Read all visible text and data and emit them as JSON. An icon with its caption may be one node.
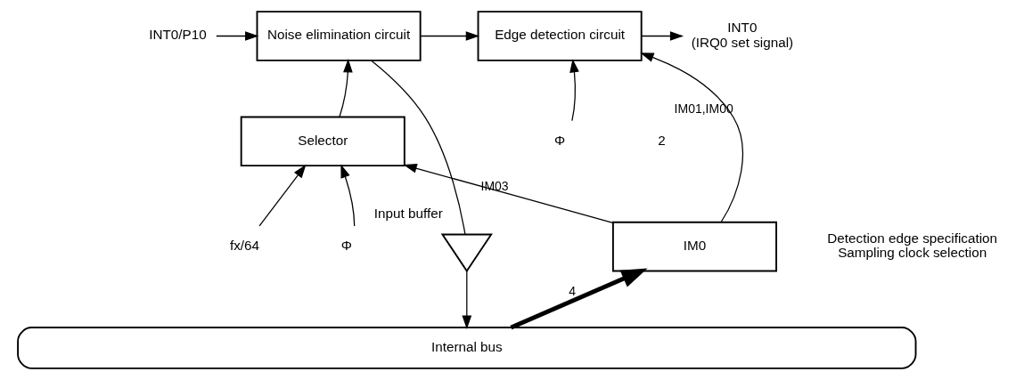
{
  "diagram": {
    "nodes": [
      {
        "text": [
          "INT0/P10"
        ]
      },
      {
        "text": [
          "Noise elimination circuit"
        ]
      },
      {
        "text": [
          "Edge detection circuit"
        ]
      },
      {
        "text": [
          "INT0",
          "(IRQ0 set signal)"
        ]
      },
      {
        "text": [
          "Selector"
        ]
      },
      {
        "text": [
          "Φ"
        ]
      },
      {
        "text": [
          "IM0"
        ],
        "beside": [
          "Detection edge specification",
          "Sampling clock selection"
        ]
      },
      {
        "text": [
          "Φ"
        ]
      },
      {
        "text": [
          "fx/64"
        ]
      },
      {
        "text": [],
        "shape": "triangle",
        "beside": [
          "Input buffer"
        ]
      },
      {
        "text": [
          "Internal bus"
        ]
      }
    ],
    "edges": [
      {
        "from": 0,
        "to": 1,
        "arrow": "to"
      },
      {
        "from": 1,
        "to": 2,
        "arrow": "to"
      },
      {
        "from": 1,
        "to": 9,
        "arrow": "none"
      },
      {
        "from": 9,
        "to": 10,
        "arrow": "to"
      },
      {
        "from": 2,
        "to": 3,
        "arrow": "to"
      },
      {
        "from": 4,
        "to": 1,
        "arrow": "to"
      },
      {
        "from": 5,
        "to": 2,
        "arrow": "to"
      },
      {
        "from": 6,
        "to": 2,
        "arrow": "to",
        "label": "IM01,IM00"
      },
      {
        "from": 6,
        "to": 4,
        "arrow": "to",
        "label": "IM03"
      },
      {
        "from": 7,
        "to": 4,
        "arrow": "to"
      },
      {
        "from": 8,
        "to": 4,
        "arrow": "to"
      },
      {
        "from": 10,
        "to": 6,
        "arrow": "to",
        "style": "thick",
        "label": "4"
      }
    ],
    "labels": [
      "2"
    ]
  }
}
